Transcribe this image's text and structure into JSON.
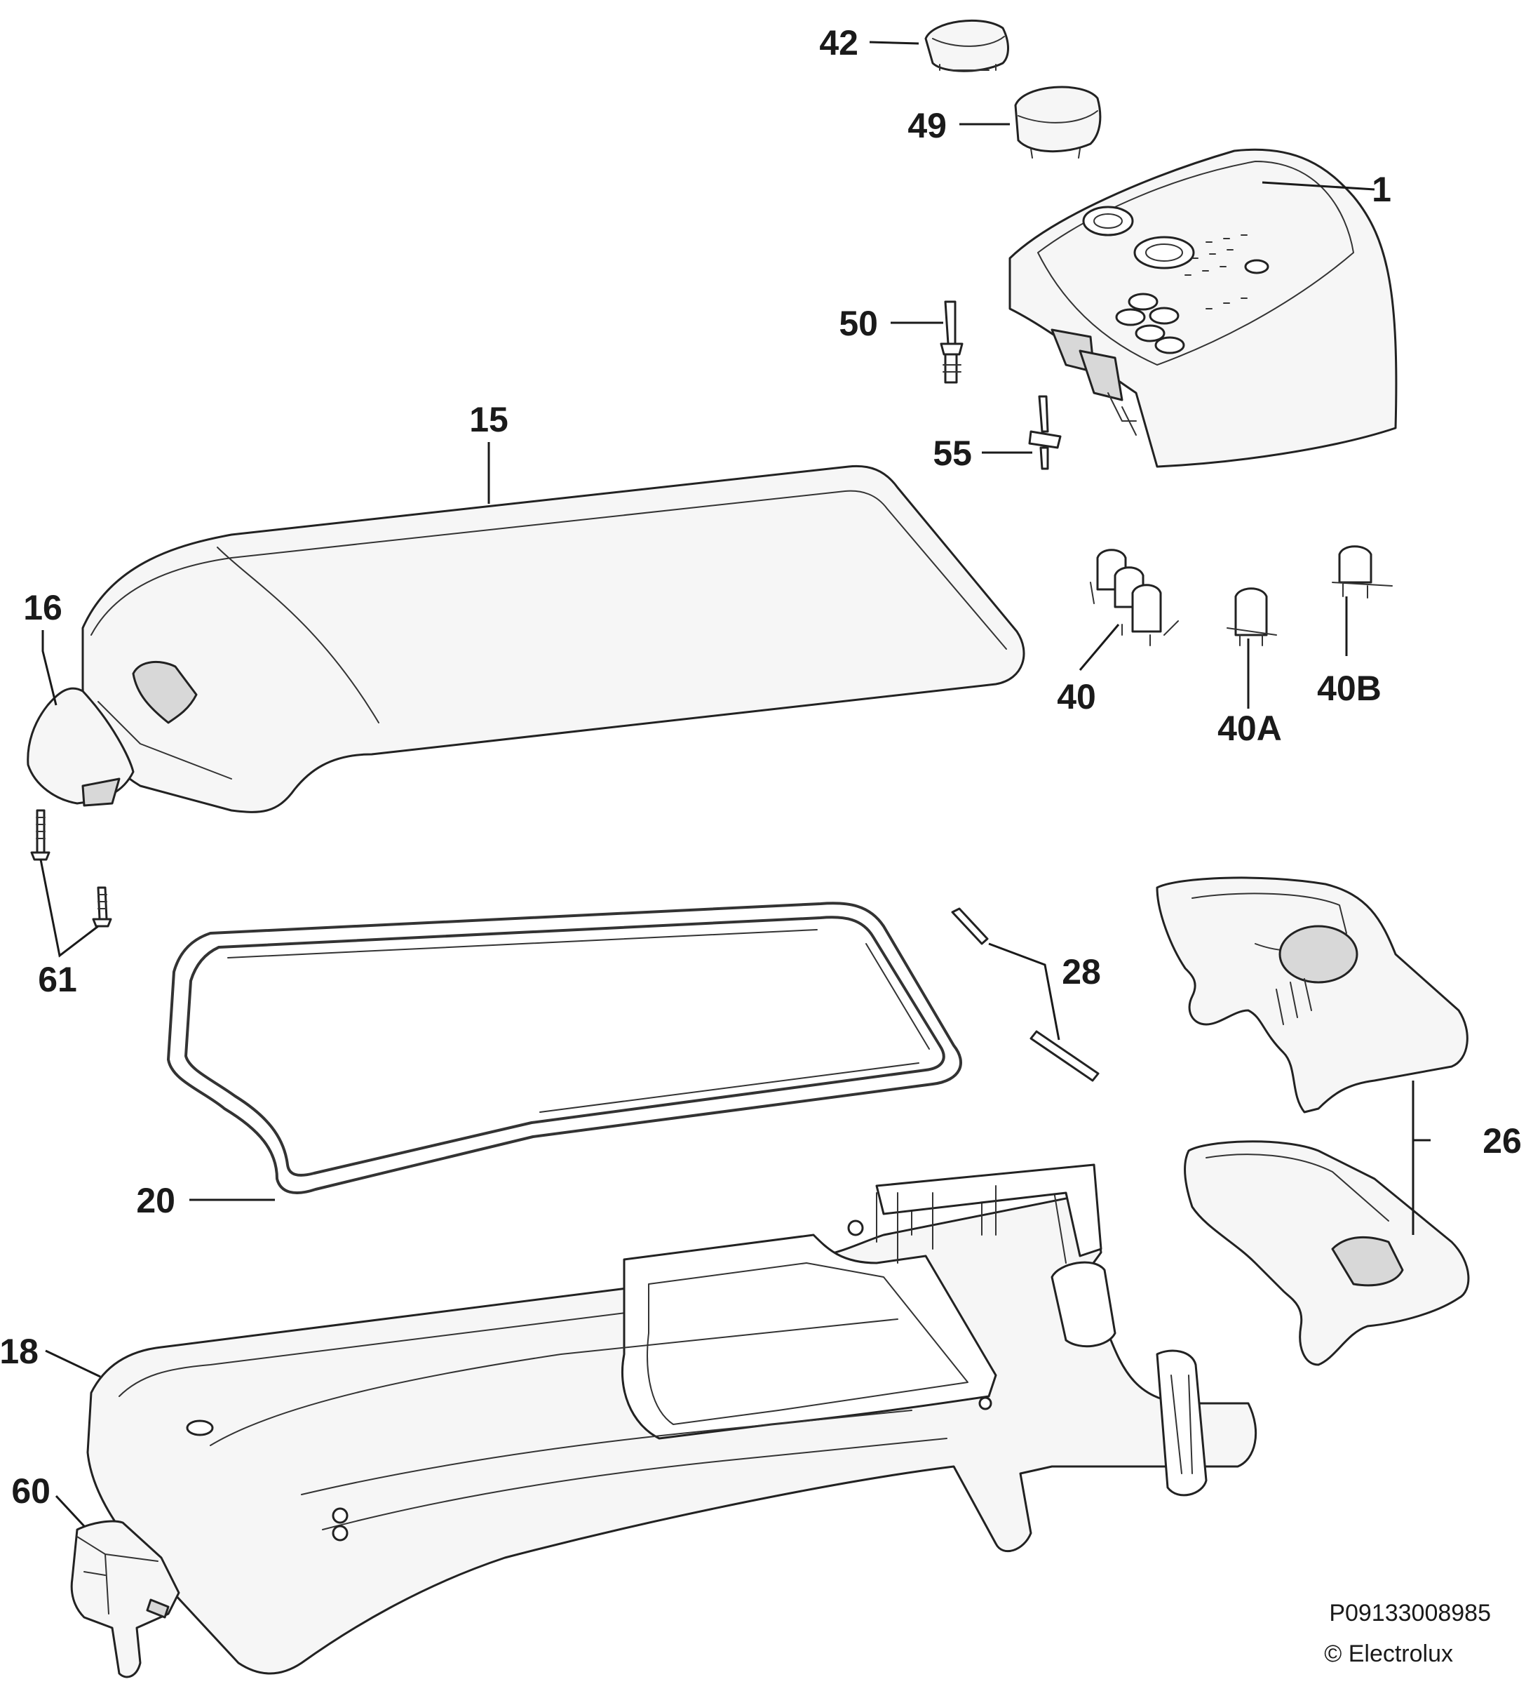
{
  "callouts": {
    "p42": "42",
    "p49": "49",
    "p1": "1",
    "p50": "50",
    "p15": "15",
    "p55": "55",
    "p16": "16",
    "p40": "40",
    "p40a": "40A",
    "p40b": "40B",
    "p61": "61",
    "p28": "28",
    "p26": "26",
    "p20": "20",
    "p18": "18",
    "p60": "60"
  },
  "footer": {
    "drawing_id": "P09133008985",
    "copyright": "© Electrolux"
  }
}
